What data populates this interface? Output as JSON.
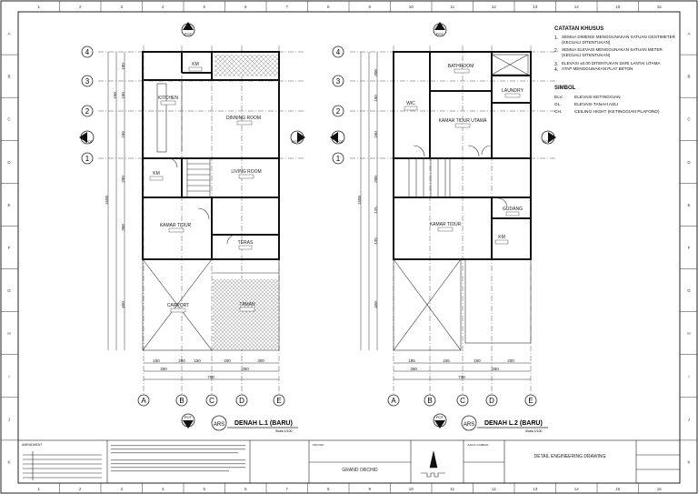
{
  "notes": {
    "title": "CATATAN KHUSUS",
    "items": [
      {
        "n": "1.",
        "text": "SEMUA DIMENSI MENGGUNAKAN SATUAN CENTIMETER (KECUALI DITENTUKAN)"
      },
      {
        "n": "2.",
        "text": "SEMUA ELEVASI MENGGUNAKAN SATUAN METER (KECUALI DITENTUKAN)"
      },
      {
        "n": "3.",
        "text": "ELEVASI ±0.00 DITENTUKAN DARI LANTAI UTAMA"
      },
      {
        "n": "4.",
        "text": "ATAP MENGGUNAKAN PLAT BETON"
      }
    ],
    "symbol_title": "SIMBOL",
    "symbols": [
      {
        "k": "ELV.",
        "text": "ELEVASI KETINGGIAN"
      },
      {
        "k": "GL.",
        "text": "ELEVASI TANAH ASLI"
      },
      {
        "k": "CH.",
        "text": "CEILING HIGHT (KETINGGIAN PLAFOND)"
      }
    ]
  },
  "plan1": {
    "title": "DENAH L.1 (BARU)",
    "scale": "Skala 1/100",
    "rooms": [
      "KM",
      "KITCHEN",
      "DINNING ROOM",
      "KM",
      "LIVING ROOM",
      "KAMAR TIDUR",
      "TERAS",
      "CARPORT",
      "TAMAN"
    ],
    "grid_rows": [
      "4",
      "3",
      "2",
      "1"
    ],
    "grid_cols": [
      "A",
      "B",
      "C",
      "D",
      "E"
    ],
    "dims_bottom": [
      "150",
      "200",
      "150",
      "200",
      "300"
    ],
    "dims_total": [
      "350",
      "350",
      "700"
    ],
    "dims_left": [
      "100",
      "150",
      "150",
      "200",
      "150",
      "300",
      "450",
      "1500"
    ]
  },
  "plan2": {
    "title": "DENAH L.2 (BARU)",
    "scale": "Skala 1/100",
    "rooms": [
      "BATHROOM",
      "LAUNDRY",
      "WIC",
      "KAMAR TIDUR UTAMA",
      "GUDANG",
      "KAMAR TIDUR",
      "KM"
    ],
    "grid_rows": [
      "4",
      "3",
      "2",
      "1"
    ],
    "grid_cols": [
      "A",
      "B",
      "C",
      "D",
      "E"
    ],
    "dims_bottom": [
      "185",
      "165",
      "150",
      "200"
    ],
    "dims_total": [
      "350",
      "350",
      "700"
    ],
    "dims_left": [
      "300",
      "150",
      "150",
      "200",
      "125",
      "135",
      "450",
      "1500"
    ]
  },
  "section_marks": [
    "POT",
    "POT",
    "POT",
    "POT"
  ],
  "ars_tag": "ARS",
  "ruler_top": [
    "1",
    "2",
    "3",
    "4",
    "5",
    "6",
    "7",
    "8",
    "9",
    "10",
    "11",
    "12",
    "13",
    "14",
    "15",
    "16"
  ],
  "ruler_side": [
    "A",
    "B",
    "C",
    "D",
    "E",
    "F",
    "G",
    "H",
    "I",
    "J",
    "K"
  ],
  "title_block": {
    "amendment": "AMENDMENT",
    "project_label": "PROYEK",
    "project": "GRAND ORCHID",
    "drawing_label": "JUDUL GAMBAR",
    "drawing": "DETAIL ENGINEERING DRAWING"
  }
}
